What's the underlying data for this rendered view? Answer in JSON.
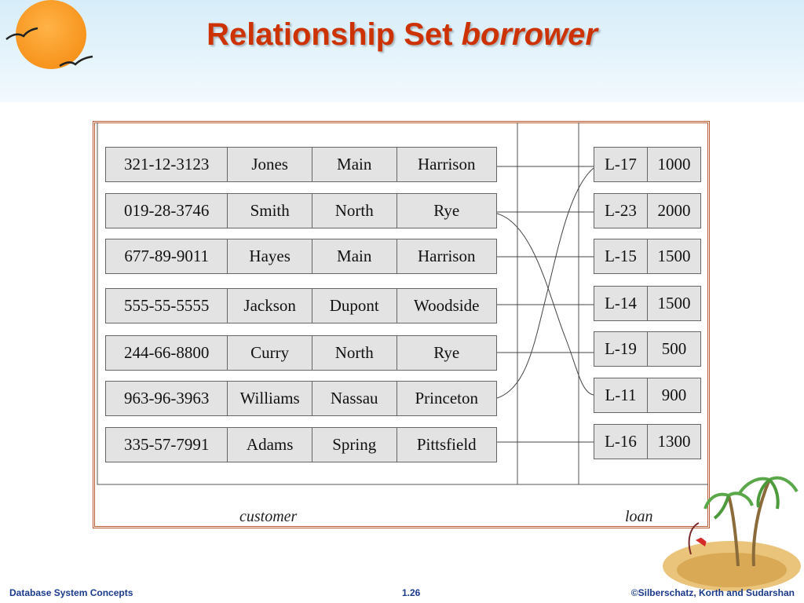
{
  "slide": {
    "title_main": "Relationship Set ",
    "title_italic": "borrower"
  },
  "figure": {
    "customer_label": "customer",
    "loan_label": "loan",
    "customers": [
      {
        "id": "321-12-3123",
        "name": "Jones",
        "street": "Main",
        "city": "Harrison"
      },
      {
        "id": "019-28-3746",
        "name": "Smith",
        "street": "North",
        "city": "Rye"
      },
      {
        "id": "677-89-9011",
        "name": "Hayes",
        "street": "Main",
        "city": "Harrison"
      },
      {
        "id": "555-55-5555",
        "name": "Jackson",
        "street": "Dupont",
        "city": "Woodside"
      },
      {
        "id": "244-66-8800",
        "name": "Curry",
        "street": "North",
        "city": "Rye"
      },
      {
        "id": "963-96-3963",
        "name": "Williams",
        "street": "Nassau",
        "city": "Princeton"
      },
      {
        "id": "335-57-7991",
        "name": "Adams",
        "street": "Spring",
        "city": "Pittsfield"
      }
    ],
    "loans": [
      {
        "number": "L-17",
        "amount": "1000"
      },
      {
        "number": "L-23",
        "amount": "2000"
      },
      {
        "number": "L-15",
        "amount": "1500"
      },
      {
        "number": "L-14",
        "amount": "1500"
      },
      {
        "number": "L-19",
        "amount": "500"
      },
      {
        "number": "L-11",
        "amount": "900"
      },
      {
        "number": "L-16",
        "amount": "1300"
      }
    ]
  },
  "footer": {
    "left": "Database System Concepts",
    "center": "1.26",
    "right": "©Silberschatz, Korth and Sudarshan"
  },
  "icons": [
    "sun-icon",
    "bird-icon",
    "palm-island-icon"
  ],
  "colors": {
    "title": "#cc3300",
    "footer": "#1a3a8a",
    "frame": "#b85a33"
  }
}
